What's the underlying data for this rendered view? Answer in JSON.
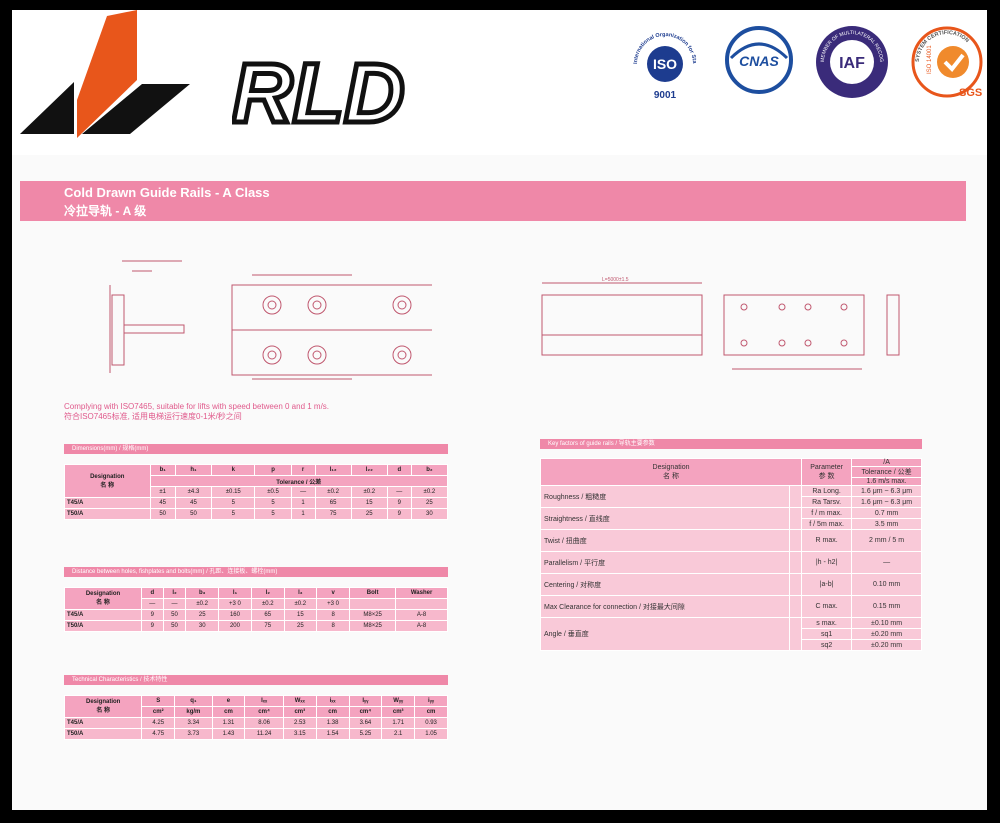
{
  "brand": {
    "logo_text": "RLD"
  },
  "certs": {
    "iso_ring": "International Organization for Standardization",
    "iso_text": "ISO",
    "iso_num": "9001",
    "cnas": "CNAS",
    "iaf": "IAF",
    "iaf_ring": "MEMBER OF MULTILATERAL RECOGNITION ARRANGEMENT",
    "sgs_ring": "SYSTEM CERTIFICATION",
    "sgs_iso": "ISO 14001",
    "sgs": "SGS"
  },
  "title": {
    "en": "Cold Drawn Guide Rails - A Class",
    "zh": "冷拉导轨 - A 级"
  },
  "note": {
    "en": "Complying with ISO7465, suitable for lifts with speed between 0 and 1 m/s.",
    "zh": "符合ISO7465标准, 适用电梯运行速度0-1米/秒之间"
  },
  "drawing": {
    "dim_total": "L=5000±1.5"
  },
  "dimensions": {
    "title": "Dimensions(mm) / 规格(mm)",
    "designation": "Designation",
    "designation_zh": "名 称",
    "cols": [
      "b₁",
      "h₁",
      "k",
      "p",
      "r",
      "l₁₂",
      "l₂₂",
      "d",
      "b₂"
    ],
    "tolerance_label": "Tolerance / 公差",
    "tolerances": [
      "±1",
      "±4.3",
      "±0.15",
      "±0.5",
      "—",
      "±0.2",
      "±0.2",
      "—",
      "±0.2"
    ],
    "rows": [
      {
        "name": "T45/A",
        "values": [
          "45",
          "45",
          "5",
          "5",
          "1",
          "65",
          "15",
          "9",
          "25"
        ]
      },
      {
        "name": "T50/A",
        "values": [
          "50",
          "50",
          "5",
          "5",
          "1",
          "75",
          "25",
          "9",
          "30"
        ]
      }
    ]
  },
  "holes": {
    "title": "Distance between holes, fishplates and bolts(mm) / 孔距、连接板、螺栓(mm)",
    "designation": "Designation",
    "designation_zh": "名 称",
    "cols": [
      "d",
      "l₂",
      "b₃",
      "l₁",
      "l₂",
      "l₃",
      "v",
      "Bolt",
      "Washer"
    ],
    "tolerances": [
      "—",
      "—",
      "±0.2",
      "+3 0",
      "±0.2",
      "±0.2",
      "+3 0",
      "",
      ""
    ],
    "rows": [
      {
        "name": "T45/A",
        "values": [
          "9",
          "50",
          "25",
          "160",
          "65",
          "15",
          "8",
          "M8×25",
          "A-8"
        ]
      },
      {
        "name": "T50/A",
        "values": [
          "9",
          "50",
          "30",
          "200",
          "75",
          "25",
          "8",
          "M8×25",
          "A-8"
        ]
      }
    ]
  },
  "tech": {
    "title": "Technical Characteristics / 技术特性",
    "designation": "Designation",
    "designation_zh": "名 称",
    "cols": [
      "S",
      "q₁",
      "e",
      "Iₓₓ",
      "Wₓₓ",
      "iₓₓ",
      "Iᵧᵧ",
      "Wᵧᵧ",
      "iᵧᵧ"
    ],
    "units": [
      "cm²",
      "kg/m",
      "cm",
      "cm⁴",
      "cm³",
      "cm",
      "cm⁴",
      "cm³",
      "cm"
    ],
    "rows": [
      {
        "name": "T45/A",
        "values": [
          "4.25",
          "3.34",
          "1.31",
          "8.06",
          "2.53",
          "1.38",
          "3.64",
          "1.71",
          "0.93"
        ]
      },
      {
        "name": "T50/A",
        "values": [
          "4.75",
          "3.73",
          "1.43",
          "11.24",
          "3.15",
          "1.54",
          "5.25",
          "2.1",
          "1.05"
        ]
      }
    ]
  },
  "key": {
    "title": "Key factors of guide rails / 导轨主要参数",
    "h_designation": "Designation",
    "h_designation_zh": "名 称",
    "h_parameter": "Parameter",
    "h_parameter_zh": "参 数",
    "h_class": "/A",
    "h_tolerance": "Tolerance / 公差",
    "h_speed": "1.6  m/s max.",
    "rows": [
      {
        "name": "Roughness / 粗糙度",
        "params": [
          "Ra Long.",
          "Ra Tarsv."
        ],
        "values": [
          "1.6 μm ~ 6.3 μm",
          "1.6 μm ~ 6.3 μm"
        ]
      },
      {
        "name": "Straightness / 直线度",
        "params": [
          "f / m max.",
          "f / 5m max."
        ],
        "values": [
          "0.7 mm",
          "3.5 mm"
        ]
      },
      {
        "name": "Twist / 扭曲度",
        "params": [
          "R max."
        ],
        "values": [
          "2 mm / 5 m"
        ]
      },
      {
        "name": "Parallelism / 平行度",
        "params": [
          "|h - h2|"
        ],
        "values": [
          "—"
        ]
      },
      {
        "name": "Centering / 对称度",
        "params": [
          "|a-b|"
        ],
        "values": [
          "0.10 mm"
        ]
      },
      {
        "name": "Max Clearance for connection / 对接最大间隙",
        "params": [
          "C max."
        ],
        "values": [
          "0.15 mm"
        ]
      },
      {
        "name": "Angle / 垂直度",
        "params": [
          "s max.",
          "sq1",
          "sq2"
        ],
        "values": [
          "±0.10 mm",
          "±0.20 mm",
          "±0.20 mm"
        ]
      }
    ]
  },
  "colors": {
    "accent": "#ef88a8",
    "cell": "#f7b8cc",
    "logo_orange": "#e8561b"
  }
}
